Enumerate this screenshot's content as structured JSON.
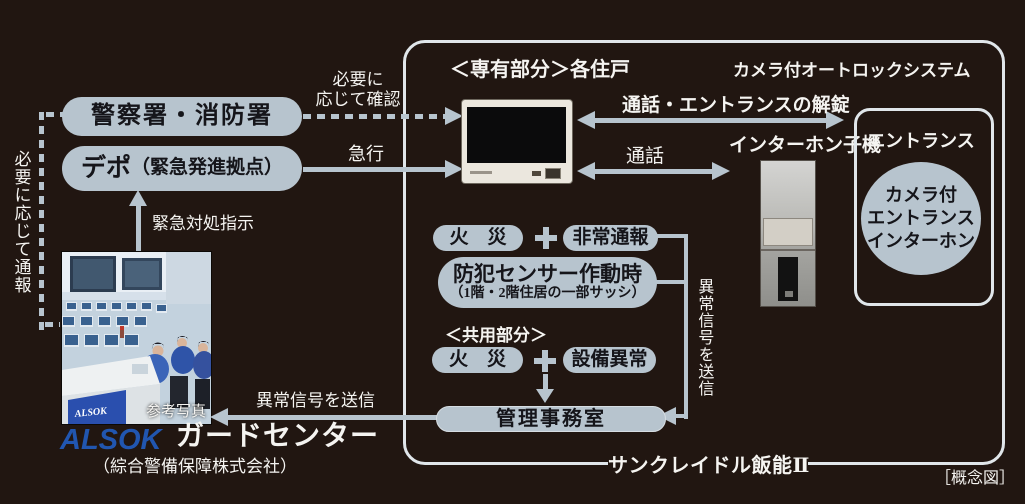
{
  "colors": {
    "background": "#211611",
    "accent": "#b7c4ce",
    "box_border": "#e0e6ea",
    "pill_text": "#15151a",
    "label_text": "#f5f4f1",
    "alsok_blue": "#2156b0"
  },
  "left_column": {
    "police_fire": "警察署・消防署",
    "depot_main": "デポ",
    "depot_sub": "（緊急発進拠点）",
    "vertical_report": "必要に応じて通報",
    "emergency_instruction": "緊急対処指示",
    "photo_caption": "参考写真",
    "photo_desk_logo": "ALSOK",
    "alsok_logo": "ALSOK",
    "guard_center": "ガードセンター",
    "company": "（綜合警備保障株式会社）"
  },
  "arrows": {
    "confirm_line1": "必要に",
    "confirm_line2": "応じて確認",
    "rush": "急行",
    "talk_unlock": "通話・エントランスの解錠",
    "talk": "通話",
    "abnormal_send_to_alsok": "異常信号を送信",
    "abnormal_send_vertical": "異常信号を送信"
  },
  "building": {
    "private_header": "＜専有部分＞各住戸",
    "autolock_header": "カメラ付オートロックシステム",
    "interphone_label": "インターホン子機",
    "entrance_label": "エントランス",
    "entrance_circle_line1": "カメラ付",
    "entrance_circle_line2": "エントランス",
    "entrance_circle_line3": "インターホン",
    "fire1": "火　災",
    "plus1": "＋",
    "emergency_report": "非常通報",
    "sensor_line1": "防犯センサー作動時",
    "sensor_line2": "（1階・2階住居の一部サッシ）",
    "common_header": "＜共用部分＞",
    "fire2": "火　災",
    "plus2": "＋",
    "equipment_error": "設備異常",
    "management_office": "管理事務室",
    "project_name": "サンクレイドル飯能Ⅱ",
    "diagram_note": "［概念図］"
  }
}
